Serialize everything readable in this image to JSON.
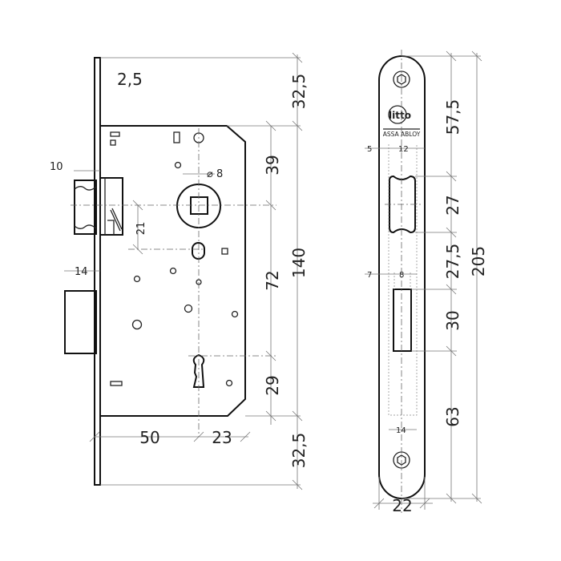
{
  "lock_body": {
    "dims": {
      "faceplate_thickness": "2,5",
      "top_offset": "32,5",
      "spindle_from_top": "39",
      "spindle_to_keyhole": "72",
      "case_height": "140",
      "keyhole_to_bottom": "29",
      "bottom_offset": "32,5",
      "backset": "50",
      "keyhole_to_back": "23",
      "latch_projection": "10",
      "bolt_projection": "14",
      "latch_to_hole": "21",
      "spindle_size": "⌀ 8"
    }
  },
  "faceplate": {
    "logo": "litto",
    "brand": "ASSA ABLOY",
    "dims": {
      "top_to_latch": "57,5",
      "latch_height": "27",
      "latch_to_bolt": "27,5",
      "bolt_height": "30",
      "bolt_to_bottom": "63",
      "total_height": "205",
      "width": "22",
      "latch_offset": "5",
      "latch_width": "12",
      "bolt_offset": "7",
      "bolt_width": "8",
      "inner_width": "14"
    }
  }
}
